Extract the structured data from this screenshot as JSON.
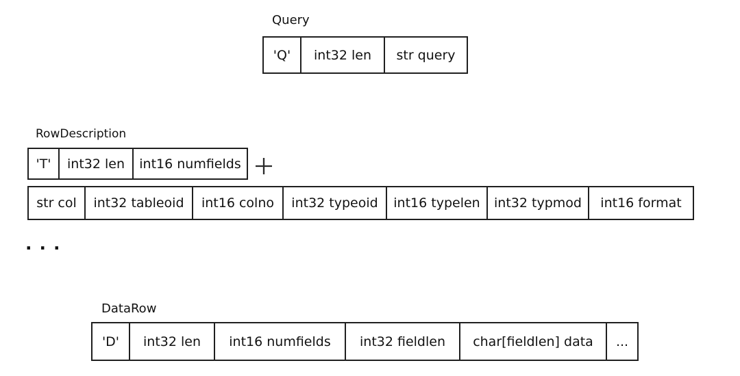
{
  "query": {
    "title": "Query",
    "cells": [
      "'Q'",
      "int32 len",
      "str query"
    ]
  },
  "row_description": {
    "title": "RowDescription",
    "header_cells": [
      "'T'",
      "int32 len",
      "int16 numfields"
    ],
    "plus_icon": "+",
    "field_cells": [
      "str col",
      "int32 tableoid",
      "int16 colno",
      "int32 typeoid",
      "int16 typelen",
      "int32 typmod",
      "int16 format"
    ],
    "repeat_ellipsis": "..."
  },
  "data_row": {
    "title": "DataRow",
    "cells": [
      "'D'",
      "int32 len",
      "int16 numfields",
      "int32 fieldlen",
      "char[fieldlen] data",
      "..."
    ]
  },
  "colors": {
    "border": "#1f1f1f",
    "text": "#111111",
    "background": "#ffffff"
  }
}
